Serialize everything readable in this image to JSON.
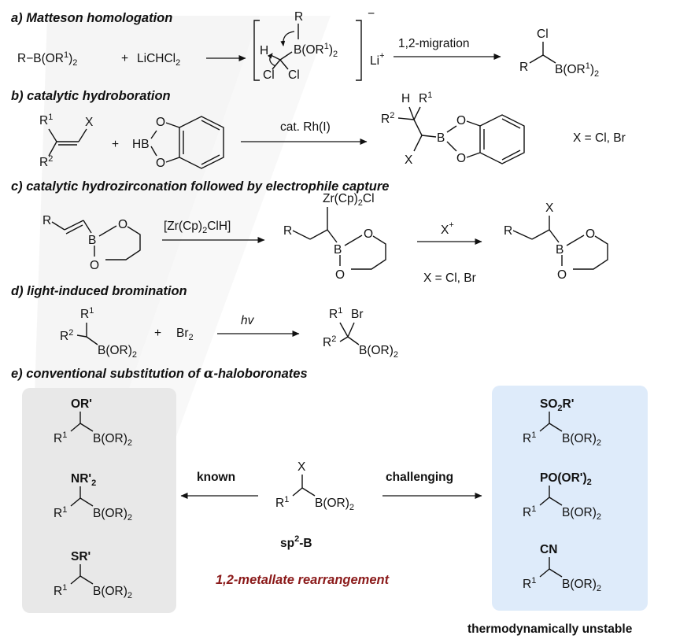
{
  "headings": {
    "a": "a) Matteson homologation",
    "b": "b) catalytic hydroboration",
    "c": "c) catalytic hydrozirconation followed by electrophile capture",
    "d": "d) light-induced bromination",
    "e_prefix": "e) conventional substitution of ",
    "e_greek": "α",
    "e_suffix": "-haloboronates"
  },
  "a": {
    "reactant": "R−B(OR",
    "reactant_sup": "1",
    "reactant_end": ")",
    "reactant_sub": "2",
    "plus": "+",
    "reagent": "LiCHCl",
    "reagent_sub": "2",
    "complex_R": "R",
    "complex_H": "H",
    "complex_B": "B(OR",
    "complex_B_sup": "1",
    "complex_B_end": ")",
    "complex_B_sub": "2",
    "complex_Cl1": "Cl",
    "complex_Cl2": "Cl",
    "charge": "−",
    "counterion": "Li",
    "counterion_sup": "+",
    "arrow_label": "1,2-migration",
    "prod_Cl": "Cl",
    "prod_R": "R",
    "prod_B": "B(OR",
    "prod_B_sup": "1",
    "prod_B_end": ")",
    "prod_B_sub": "2"
  },
  "b": {
    "r1": "R",
    "r1_sup": "1",
    "r2": "R",
    "r2_sup": "2",
    "x": "X",
    "plus": "+",
    "hb": "HB",
    "o1": "O",
    "o2": "O",
    "arrow_label": "cat. Rh(I)",
    "p_h": "H",
    "p_r1": "R",
    "p_r1_sup": "1",
    "p_r2": "R",
    "p_r2_sup": "2",
    "p_x": "X",
    "p_b": "B",
    "p_o1": "O",
    "p_o2": "O",
    "note": "X = Cl, Br"
  },
  "c": {
    "r": "R",
    "b": "B",
    "o1": "O",
    "o2": "O",
    "arrow1_label": "[Zr(Cp)",
    "arrow1_sub": "2",
    "arrow1_end": "ClH]",
    "zr": "Zr(Cp)",
    "zr_sub": "2",
    "zr_end": "Cl",
    "i_r": "R",
    "i_b": "B",
    "i_o1": "O",
    "i_o2": "O",
    "arrow2_label": "X",
    "arrow2_sup": "+",
    "note": "X = Cl, Br",
    "p_x": "X",
    "p_r": "R",
    "p_b": "B",
    "p_o1": "O",
    "p_o2": "O"
  },
  "d": {
    "r1": "R",
    "r1_sup": "1",
    "r2": "R",
    "r2_sup": "2",
    "b": "B(OR)",
    "b_sub": "2",
    "plus": "+",
    "br2": "Br",
    "br2_sub": "2",
    "arrow_label": "hv",
    "p_r1": "R",
    "p_r1_sup": "1",
    "p_br": "Br",
    "p_r2": "R",
    "p_r2_sup": "2",
    "p_b": "B(OR)",
    "p_b_sub": "2"
  },
  "e": {
    "known_items": [
      {
        "sub": "OR'",
        "sub_tail": "",
        "r": "R",
        "r_sup": "1",
        "b": "B(OR)",
        "b_sub": "2"
      },
      {
        "sub": "NR'",
        "sub_tail": "2",
        "r": "R",
        "r_sup": "1",
        "b": "B(OR)",
        "b_sub": "2"
      },
      {
        "sub": "SR'",
        "sub_tail": "",
        "r": "R",
        "r_sup": "1",
        "b": "B(OR)",
        "b_sub": "2"
      }
    ],
    "challenging_items": [
      {
        "sub": "SO",
        "sub_sub": "2",
        "sub_end": "R'",
        "r": "R",
        "r_sup": "1",
        "b": "B(OR)",
        "b_sub": "2"
      },
      {
        "sub": "PO(OR')",
        "sub_sub": "2",
        "sub_end": "",
        "r": "R",
        "r_sup": "1",
        "b": "B(OR)",
        "b_sub": "2"
      },
      {
        "sub": "CN",
        "sub_sub": "",
        "sub_end": "",
        "r": "R",
        "r_sup": "1",
        "b": "B(OR)",
        "b_sub": "2"
      }
    ],
    "center": {
      "x": "X",
      "r": "R",
      "r_sup": "1",
      "b": "B(OR)",
      "b_sub": "2"
    },
    "known_label": "known",
    "challenging_label": "challenging",
    "sp2": "sp",
    "sp2_sup": "2",
    "sp2_end": "-B",
    "rearrangement": "1,2-metallate rearrangement",
    "unstable": "thermodynamically unstable"
  },
  "colors": {
    "known_box": "#e8e8e8",
    "challenging_box": "#deebfa",
    "highlight": "#8b1a1a",
    "watermark": "#eeeeee"
  }
}
